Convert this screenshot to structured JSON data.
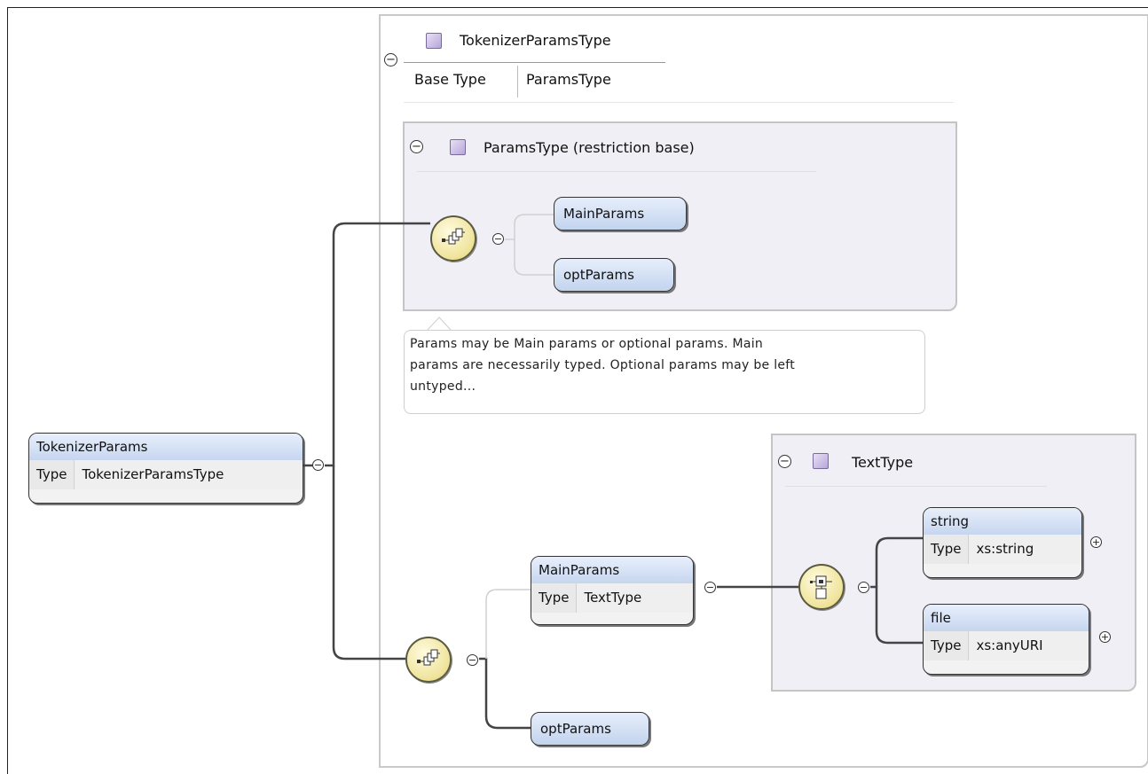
{
  "type_panel": {
    "title": "TokenizerParamsType",
    "base_type_label": "Base Type",
    "base_type_value": "ParamsType"
  },
  "restriction_base": {
    "title": "ParamsType (restriction base)",
    "children": [
      "MainParams",
      "optParams"
    ]
  },
  "annotation": {
    "line1": "Params may be Main params or optional params. Main",
    "line2": "params are necessarily typed. Optional params may be left",
    "line3": "untyped..."
  },
  "root_element": {
    "name": "TokenizerParams",
    "type_label": "Type",
    "type_value": "TokenizerParamsType"
  },
  "main_params": {
    "name": "MainParams",
    "type_label": "Type",
    "type_value": "TextType"
  },
  "opt_params": {
    "name": "optParams"
  },
  "text_type": {
    "title": "TextType",
    "string": {
      "name": "string",
      "type_label": "Type",
      "type_value": "xs:string"
    },
    "file": {
      "name": "file",
      "type_label": "Type",
      "type_value": "xs:anyURI"
    }
  },
  "icons": {
    "collapse": "⊖",
    "expand": "⊕"
  }
}
